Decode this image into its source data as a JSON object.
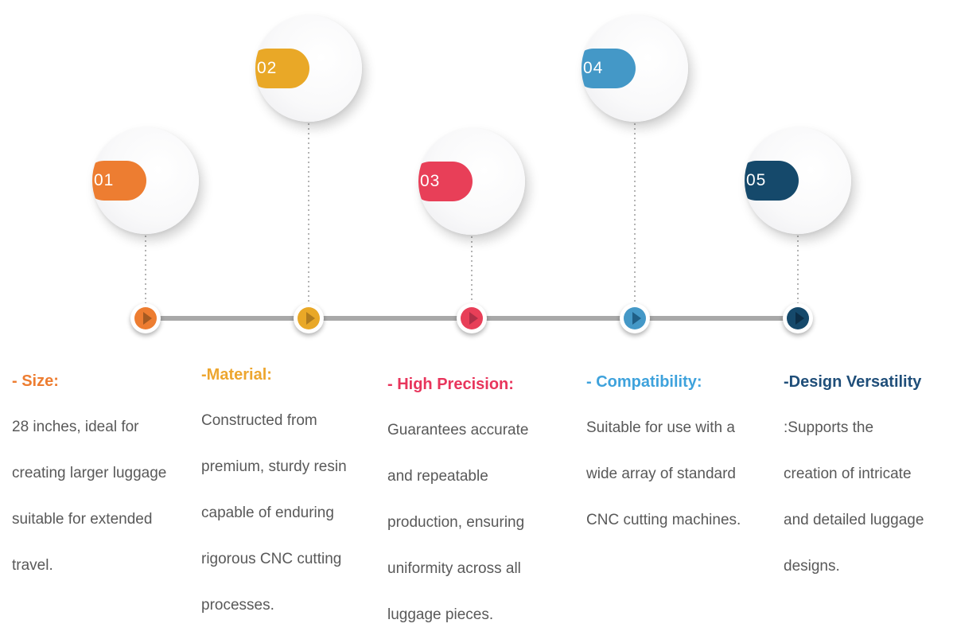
{
  "items": [
    {
      "number": "01",
      "accent": "#ED7D31",
      "heading_color": "#ED7D31",
      "triangle_color": "#A55A21",
      "heading": "- Size:",
      "body": "28 inches, ideal for\ncreating larger luggage\nsuitable for extended\ntravel."
    },
    {
      "number": "02",
      "accent": "#E9A827",
      "heading_color": "#EDA62F",
      "triangle_color": "#B07C1E",
      "heading": "-Material:",
      "body": "Constructed from\npremium, sturdy resin\ncapable of enduring\nrigorous CNC cutting\nprocesses."
    },
    {
      "number": "03",
      "accent": "#E83F58",
      "heading_color": "#E8355C",
      "triangle_color": "#AF2F47",
      "heading": "- High Precision:",
      "body": "Guarantees accurate\nand repeatable\nproduction, ensuring\nuniformity across all\nluggage pieces."
    },
    {
      "number": "04",
      "accent": "#4498C7",
      "heading_color": "#3EA2DC",
      "triangle_color": "#1F5F87",
      "heading": "- Compatibility:",
      "body": "Suitable for use with a\nwide array of standard\nCNC cutting machines."
    },
    {
      "number": "05",
      "accent": "#15496B",
      "heading_color": "#1F4E79",
      "triangle_color": "#0C2E47",
      "heading": "-Design Versatility",
      "body": ":Supports the\ncreation of intricate\nand detailed luggage\ndesigns."
    }
  ],
  "colors": {
    "body_text": "#595959",
    "timeline_bar": "#A8A8A8",
    "dotted_line": "#B4B4B4"
  }
}
